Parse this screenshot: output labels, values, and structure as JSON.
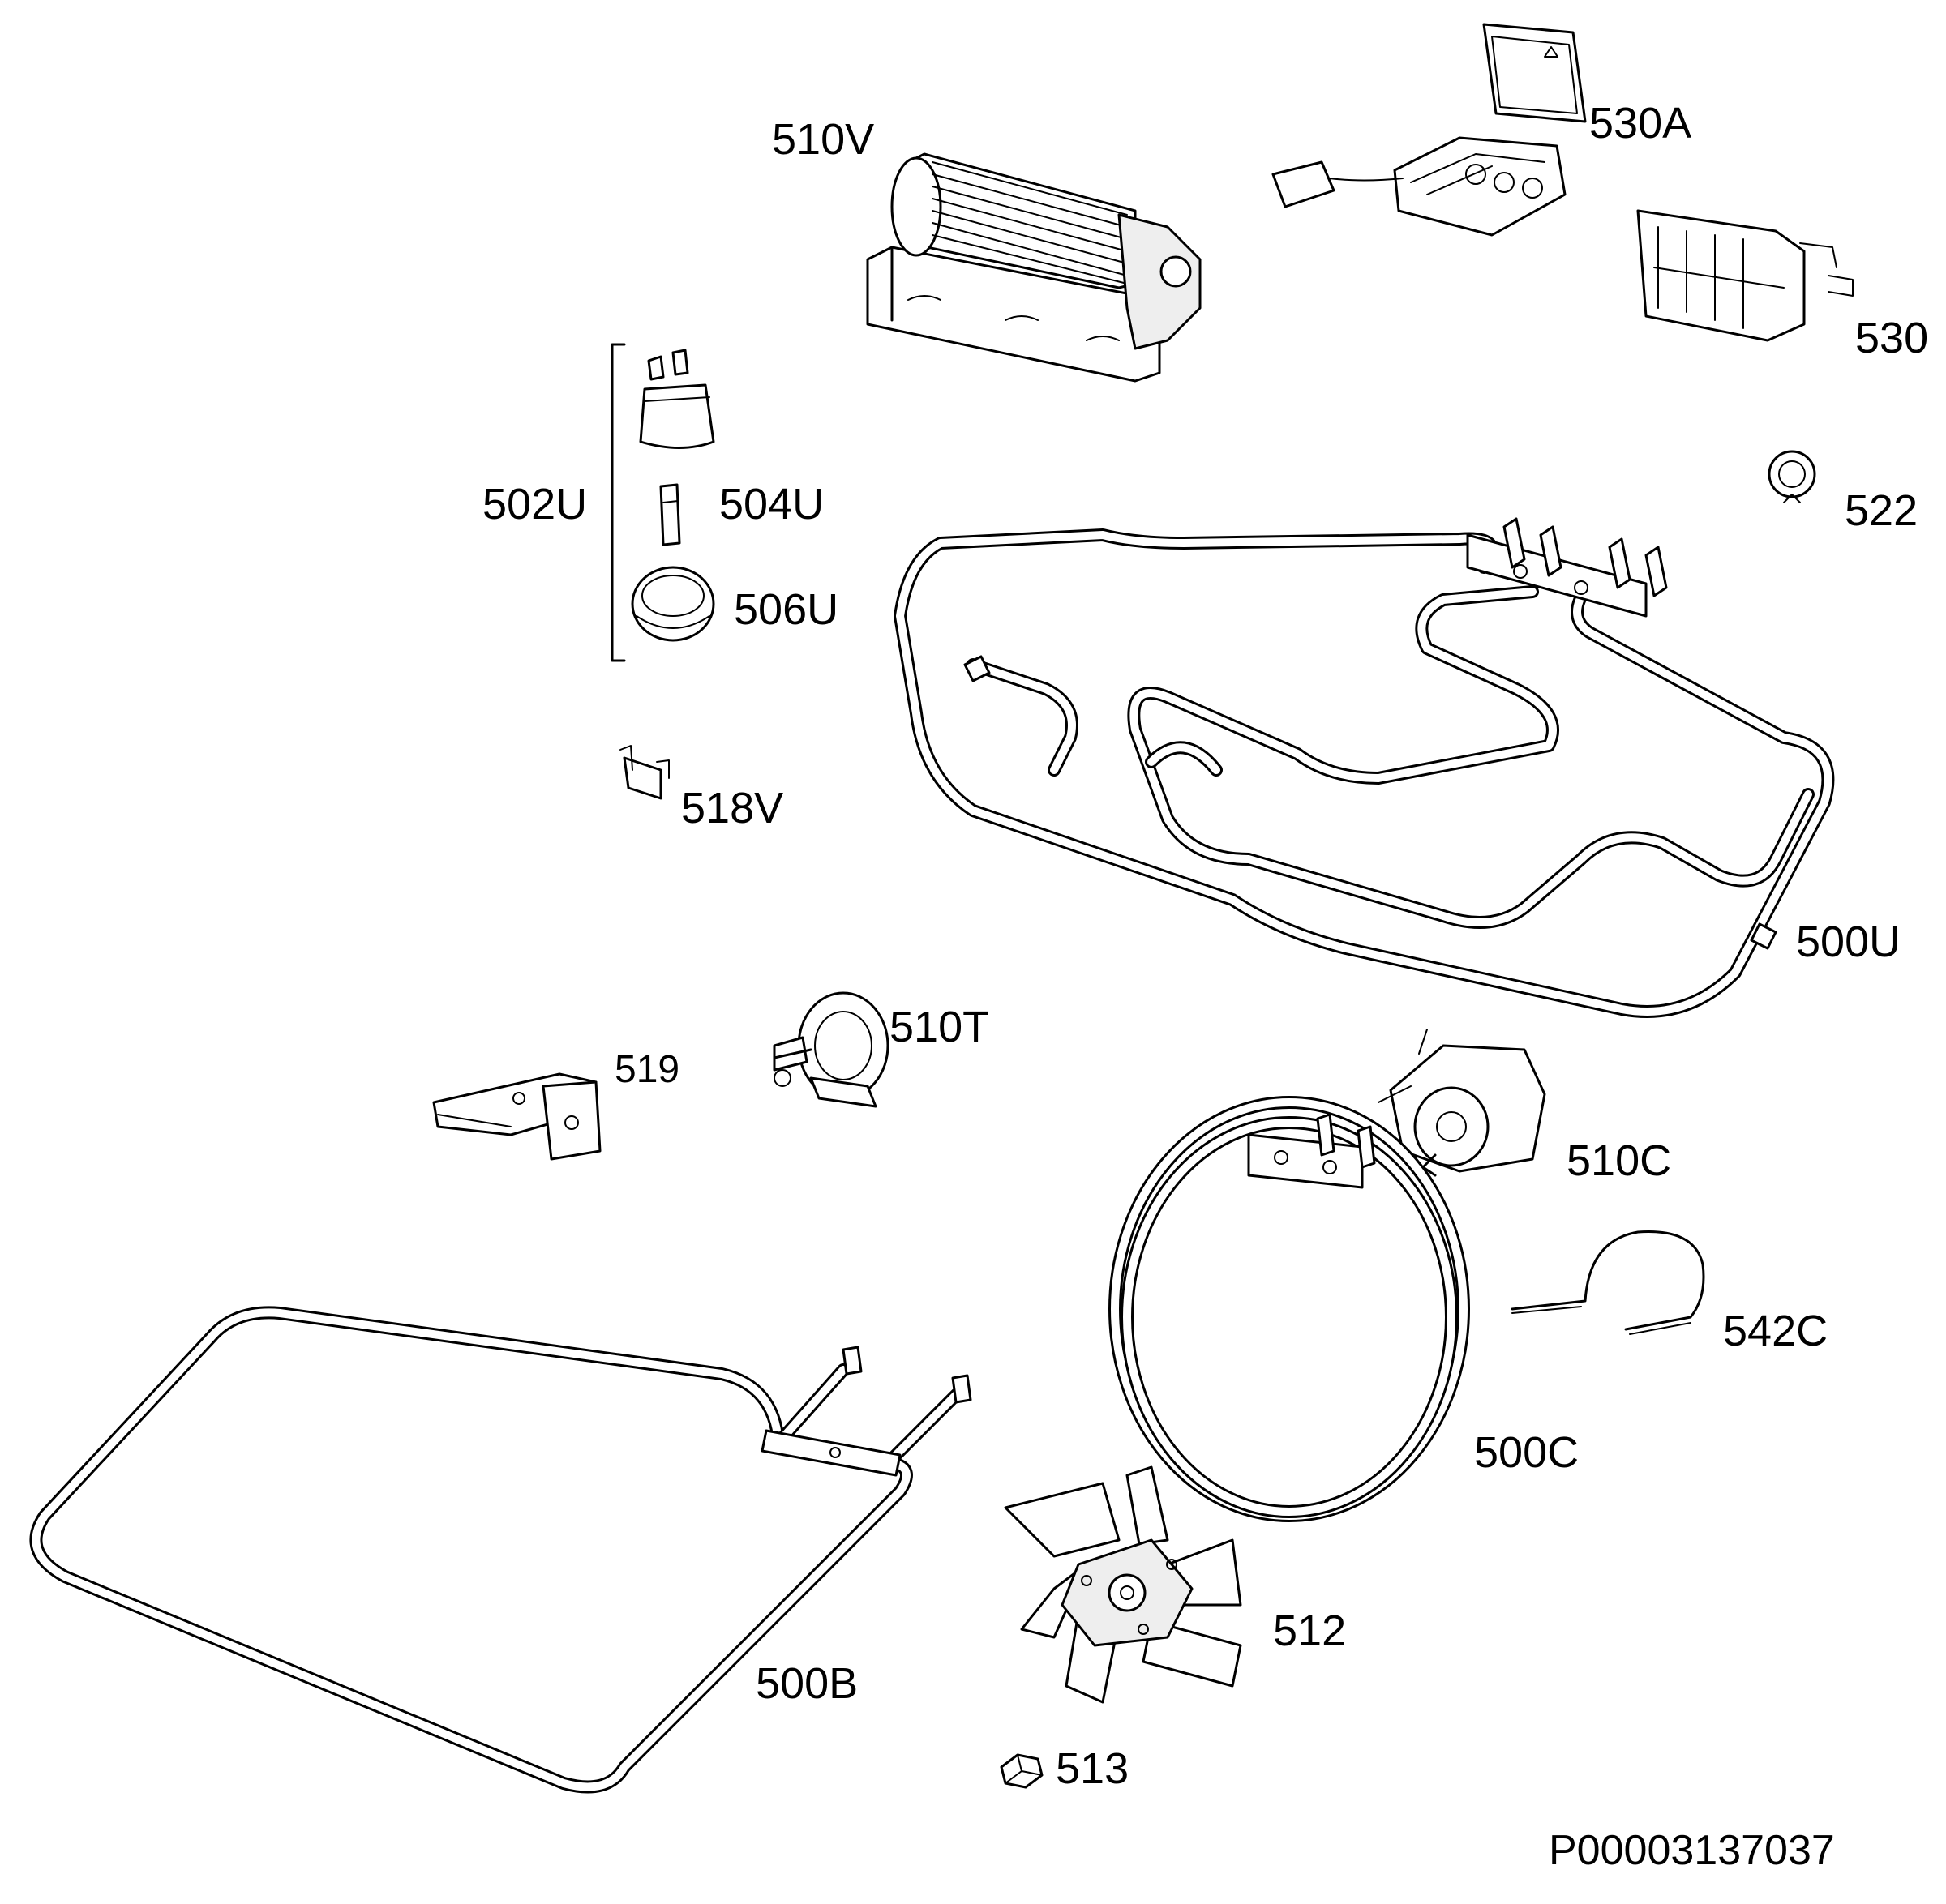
{
  "labels": {
    "p510V": "510V",
    "p530A": "530A",
    "p530": "530",
    "p502U": "502U",
    "p504U": "504U",
    "p506U": "506U",
    "p522": "522",
    "p518V": "518V",
    "p500U": "500U",
    "p510T": "510T",
    "p519": "519",
    "p510C": "510C",
    "p542C": "542C",
    "p500C": "500C",
    "p512": "512",
    "p500B": "500B",
    "p513": "513"
  },
  "document_id": "P00003137037"
}
